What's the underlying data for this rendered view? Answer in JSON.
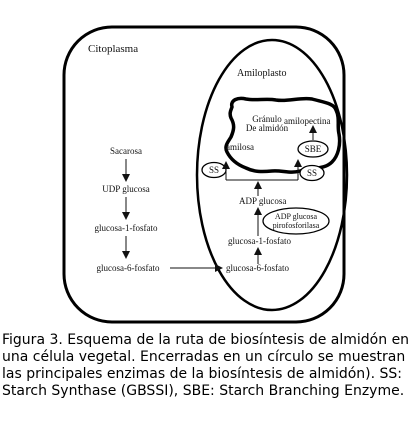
{
  "diagram": {
    "cytoplasm_label": "Citoplasma",
    "amyloplast_label": "Amiloplasto",
    "granule_label_line1": "Gránulo",
    "granule_label_line2": "De almidón",
    "amylopectin_label": "amilopectina",
    "amylose_label": "amilosa",
    "sbe_label": "SBE",
    "ss_left_label": "SS",
    "ss_right_label": "SS",
    "adp_glucose_label": "ADP glucosa",
    "adp_pyrophosphorylase_line1": "ADP glucosa",
    "adp_pyrophosphorylase_line2": "pirofosforilasa",
    "glucose1p_inner_label": "glucosa-1-fosfato",
    "glucose6p_inner_label": "glucosa-6-fosfato",
    "sucrose_label": "Sacarosa",
    "udp_glucose_label": "UDP glucosa",
    "glucose1p_outer_label": "glucosa-1-fosfato",
    "glucose6p_outer_label": "glucosa-6-fosfato"
  },
  "caption": "Figura 3. Esquema de la ruta de biosíntesis de almidón en una célula vegetal. Encerradas en un círculo se muestran las principales enzimas de la biosíntesis de almidón). SS: Starch Synthase (GBSSI), SBE: Starch Branching Enzyme."
}
